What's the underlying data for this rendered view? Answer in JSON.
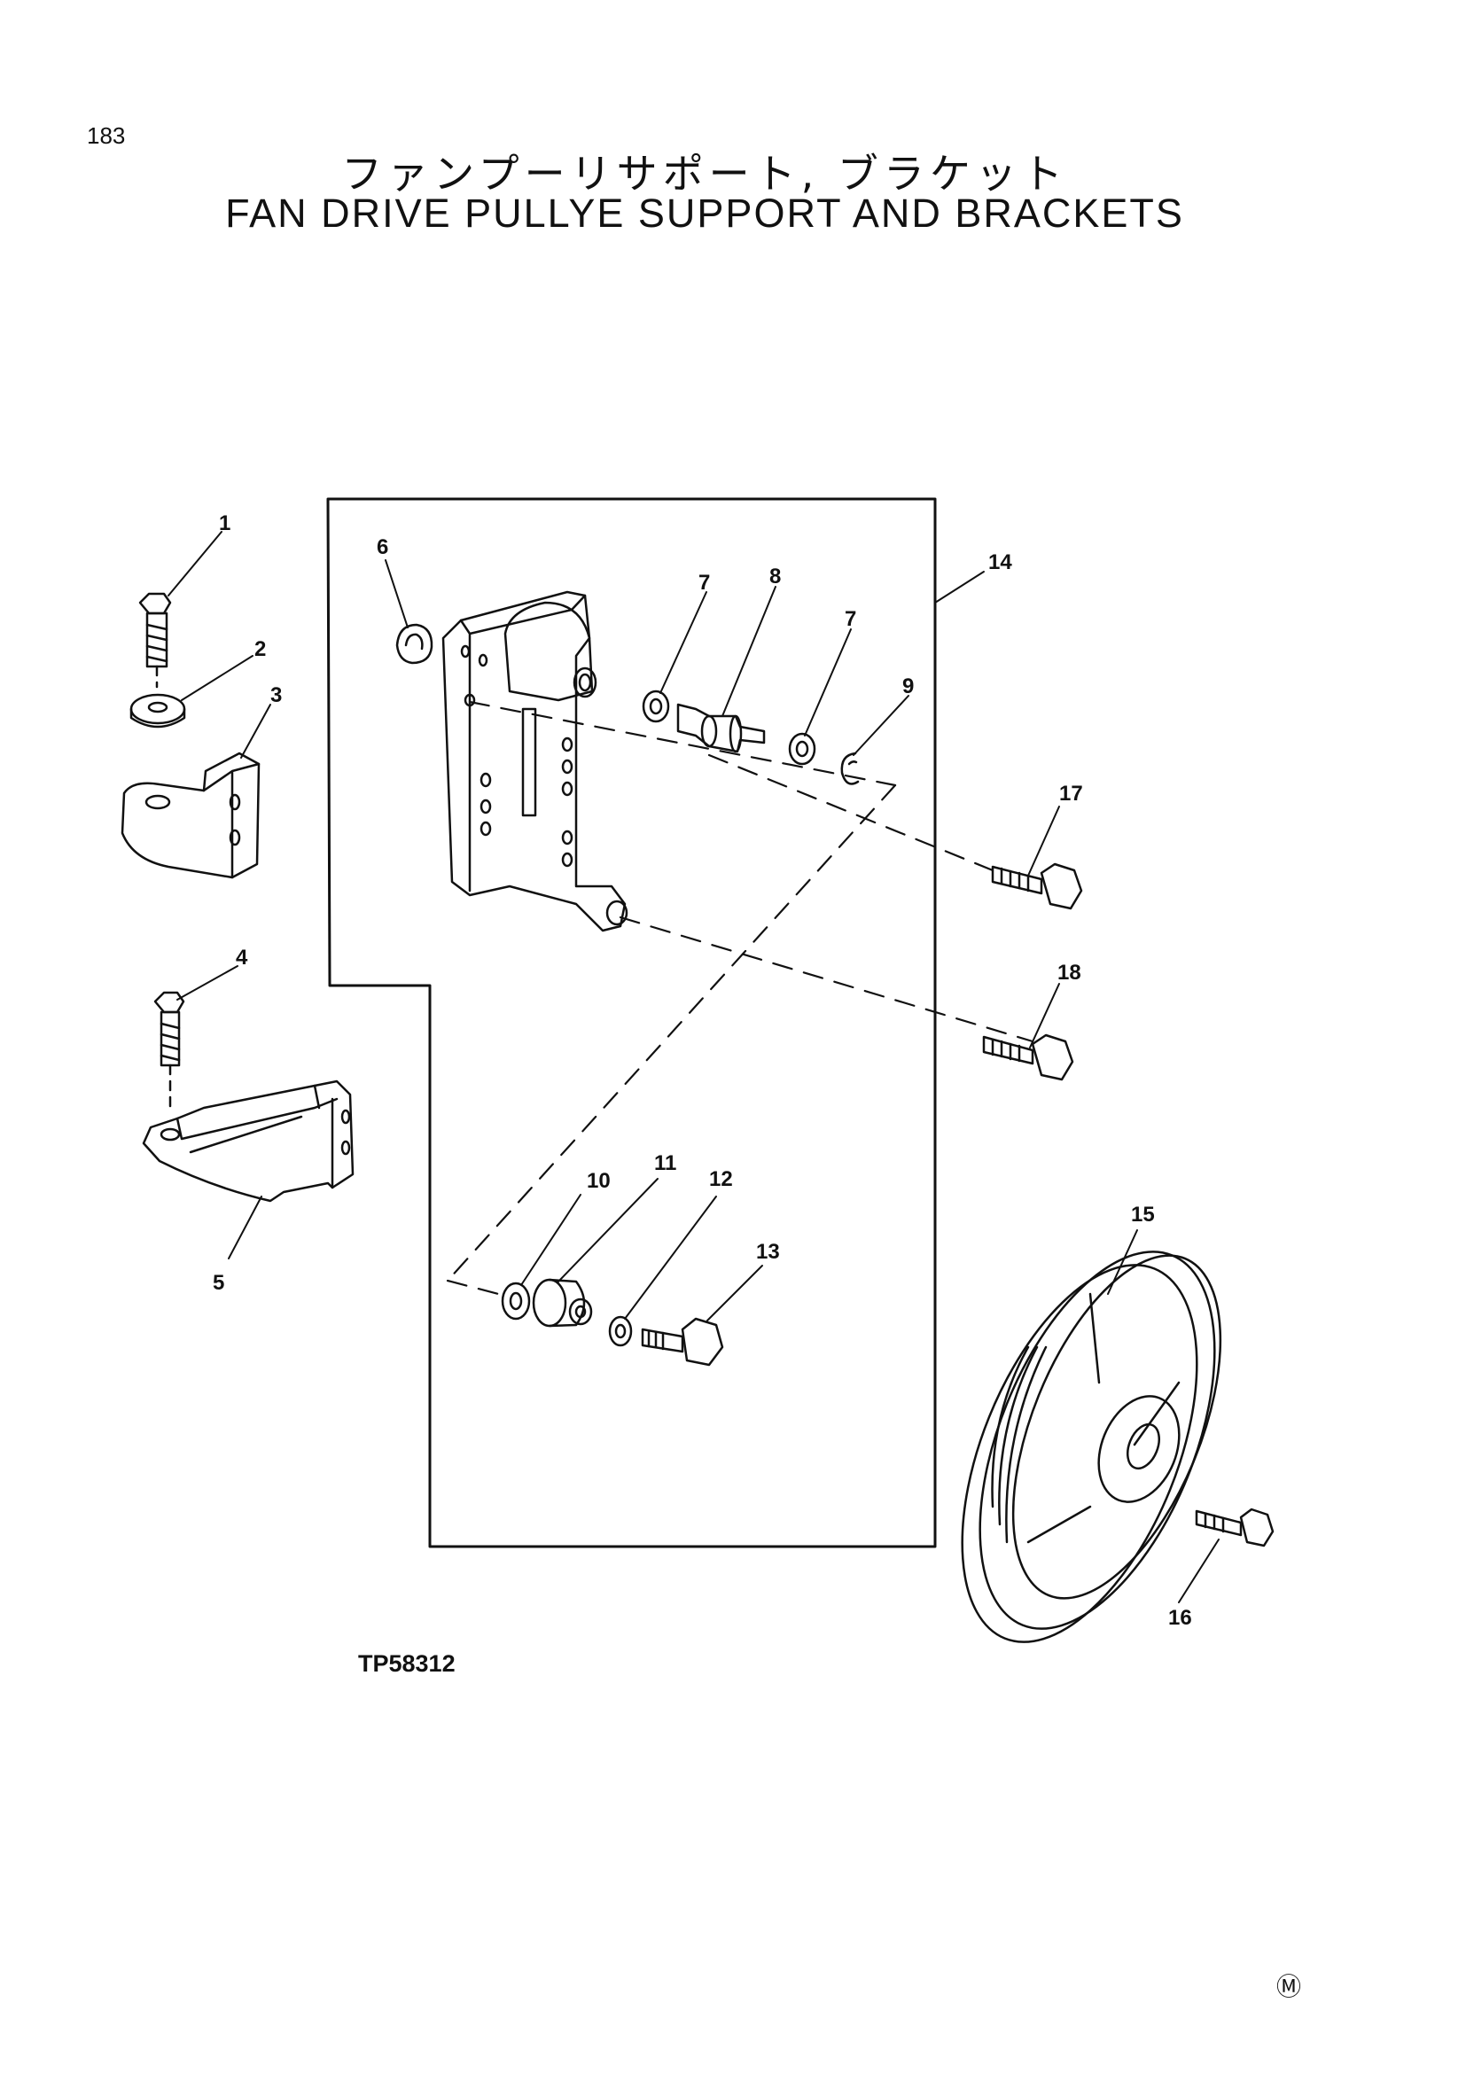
{
  "page_number": "183",
  "title_jp": "ファンプーリサポート, ブラケット",
  "title_en": "FAN DRIVE PULLYE SUPPORT AND BRACKETS",
  "figure_id": "TP58312",
  "corner_mark": "Ⓜ",
  "callouts": [
    "1",
    "2",
    "3",
    "4",
    "5",
    "6",
    "7",
    "8",
    "7",
    "9",
    "10",
    "11",
    "12",
    "13",
    "14",
    "15",
    "16",
    "17",
    "18"
  ]
}
